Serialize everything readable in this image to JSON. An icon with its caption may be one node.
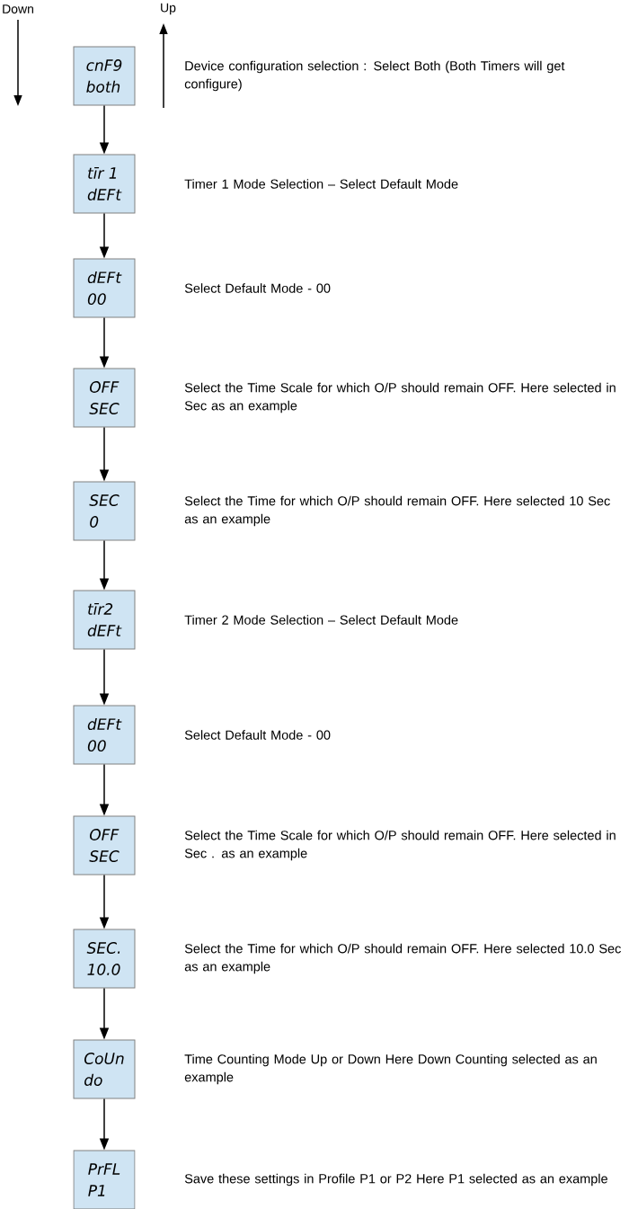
{
  "diagram": {
    "nodes": [
      {
        "text": [
          "cnF9",
          "both"
        ],
        "beside": [
          "Device configuration selection : Select Both (Both Timers will get configure)"
        ]
      },
      {
        "text": [
          "tīr 1",
          "dEFt"
        ],
        "beside": [
          "Timer 1 Mode Selection – Select Default Mode"
        ]
      },
      {
        "text": [
          "dEFt",
          "00"
        ],
        "beside": [
          "Select Default Mode - 00"
        ]
      },
      {
        "text": [
          "OFF",
          "SEC"
        ],
        "beside": [
          "Select the Time Scale for which O/P should remain OFF. Here selected in Sec as an example"
        ]
      },
      {
        "text": [
          "SEC",
          "0"
        ],
        "beside": [
          "Select the Time for which O/P should remain OFF. Here selected 10 Sec  as an example"
        ]
      },
      {
        "text": [
          "tīr2",
          "dEFt"
        ],
        "beside": [
          "Timer 2 Mode Selection – Select Default Mode"
        ]
      },
      {
        "text": [
          "dEFt",
          "00"
        ],
        "beside": [
          "Select Default Mode - 00"
        ]
      },
      {
        "text": [
          "OFF",
          "SEC"
        ],
        "beside": [
          "Select the Time Scale for which O/P should remain OFF. Here selected in Sec . as an example"
        ]
      },
      {
        "text": [
          "SEC.",
          "10.0"
        ],
        "beside": [
          "Select the Time for which O/P should remain OFF. Here selected 10.0 Sec as an example"
        ]
      },
      {
        "text": [
          "CoUn",
          "do"
        ],
        "beside": [
          "Time Counting Mode Up or Down Here Down Counting selected as an example"
        ]
      },
      {
        "text": [
          "PrFL",
          "P1"
        ],
        "beside": [
          "Save these settings in Profile P1 or P2 Here P1 selected as an example"
        ]
      }
    ],
    "edges": [
      {
        "from": 0,
        "to": 1,
        "arrow": "to"
      },
      {
        "from": 1,
        "to": 2,
        "arrow": "to"
      },
      {
        "from": 2,
        "to": 3,
        "arrow": "to"
      },
      {
        "from": 3,
        "to": 4,
        "arrow": "to"
      },
      {
        "from": 4,
        "to": 5,
        "arrow": "to"
      },
      {
        "from": 5,
        "to": 6,
        "arrow": "to"
      },
      {
        "from": 6,
        "to": 7,
        "arrow": "to"
      },
      {
        "from": 7,
        "to": 8,
        "arrow": "to"
      },
      {
        "from": 8,
        "to": 9,
        "arrow": "to"
      },
      {
        "from": 9,
        "to": 10,
        "arrow": "to"
      }
    ],
    "labels": [
      "Down",
      "Up"
    ]
  }
}
